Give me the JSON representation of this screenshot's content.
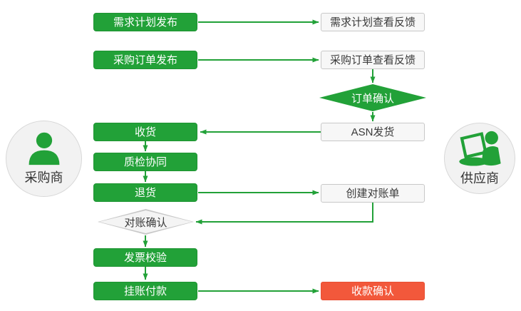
{
  "actors": {
    "buyer": {
      "label": "采购商"
    },
    "supplier": {
      "label": "供应商"
    }
  },
  "nodes": {
    "demand_plan_publish": {
      "label": "需求计划发布",
      "type": "process-green"
    },
    "demand_plan_feedback": {
      "label": "需求计划查看反馈",
      "type": "process-white"
    },
    "po_publish": {
      "label": "采购订单发布",
      "type": "process-green"
    },
    "po_feedback": {
      "label": "采购订单查看反馈",
      "type": "process-white"
    },
    "order_confirm": {
      "label": "订单确认",
      "type": "decision-green"
    },
    "receive_goods": {
      "label": "收货",
      "type": "process-green"
    },
    "asn_ship": {
      "label": "ASN发货",
      "type": "process-white"
    },
    "quality_collab": {
      "label": "质检协同",
      "type": "process-green"
    },
    "return_goods": {
      "label": "退货",
      "type": "process-green"
    },
    "create_statement": {
      "label": "创建对账单",
      "type": "process-white"
    },
    "statement_confirm": {
      "label": "对账确认",
      "type": "decision-gray"
    },
    "invoice_verify": {
      "label": "发票校验",
      "type": "process-green"
    },
    "payment_on_account": {
      "label": "挂账付款",
      "type": "process-green"
    },
    "payment_confirm": {
      "label": "收款确认",
      "type": "process-red"
    }
  },
  "colors": {
    "green": "#22a138",
    "red": "#f2583b",
    "white_box_bg": "#f7f7f7",
    "box_border": "#c8c8c8",
    "circle_bg": "#f2f2f2",
    "text_dark": "#3a3a3a",
    "text_light": "#ffffff"
  }
}
